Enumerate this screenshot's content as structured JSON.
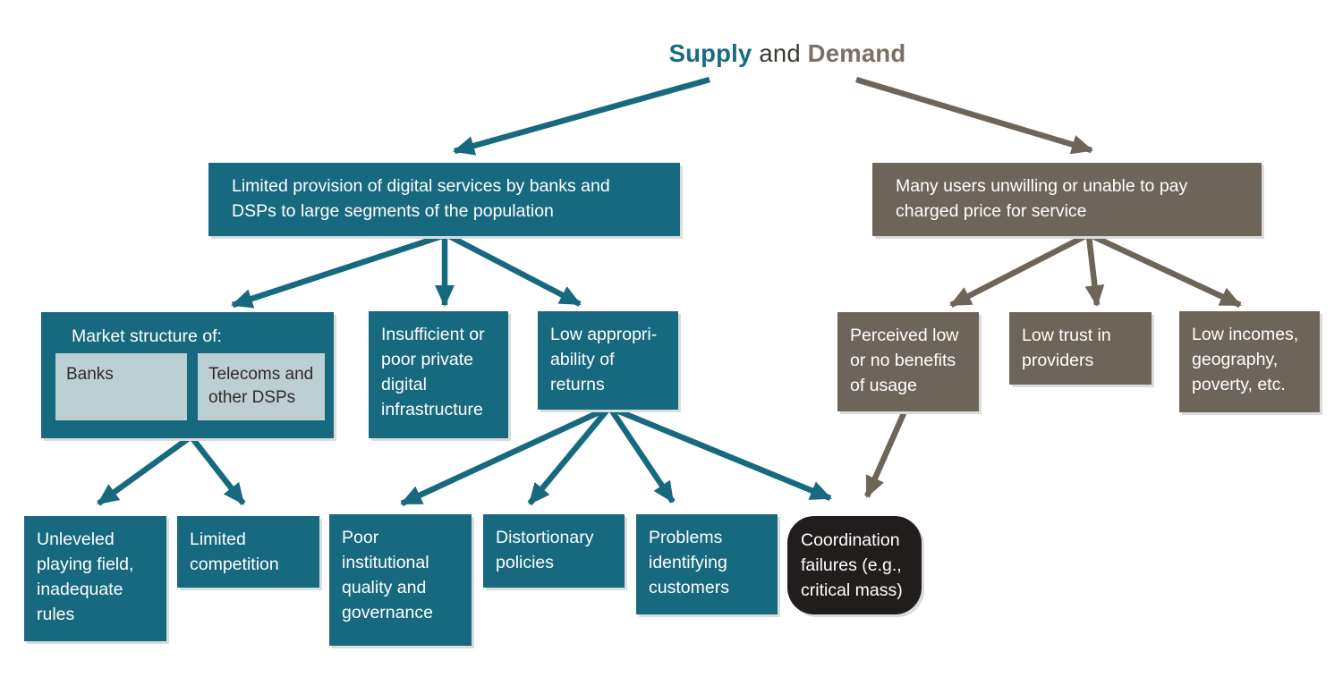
{
  "colors": {
    "teal": "#17697F",
    "brown": "#6E655A",
    "title_supply": "#176C85",
    "title_and": "#3C3834",
    "title_demand": "#7B7163",
    "light_box": "#BCCFD3",
    "dark_box": "#211D1C",
    "text_light": "#FFFFFF",
    "text_dark": "#2F2B28",
    "shadow": "#DCDCDC"
  },
  "title": {
    "supply": "Supply",
    "and": " and ",
    "demand": "Demand"
  },
  "supply_branch": {
    "root": "Limited provision of digital services by banks and DSPs to large segments of the population",
    "market_structure": {
      "label": "Market structure of:",
      "items": [
        {
          "label": "Banks"
        },
        {
          "label": "Telecoms and other DSPs"
        }
      ]
    },
    "infrastructure": "Insufficient or poor private digital infrastructure",
    "appropriability": "Low appropri-ability of returns",
    "leaves": {
      "unleveled": "Unleveled playing field, inadequate rules",
      "competition": "Limited competition",
      "institutional": "Poor institutional quality and governance",
      "distortionary": "Distortionary policies",
      "identifying": "Problems identifying customers"
    }
  },
  "demand_branch": {
    "root": "Many users unwilling or unable to pay charged price for service",
    "perceived": "Perceived low or no benefits of usage",
    "trust": "Low trust in providers",
    "incomes": "Low incomes, geography, poverty, etc."
  },
  "shared": {
    "coordination": "Coordination failures (e.g., critical mass)"
  }
}
